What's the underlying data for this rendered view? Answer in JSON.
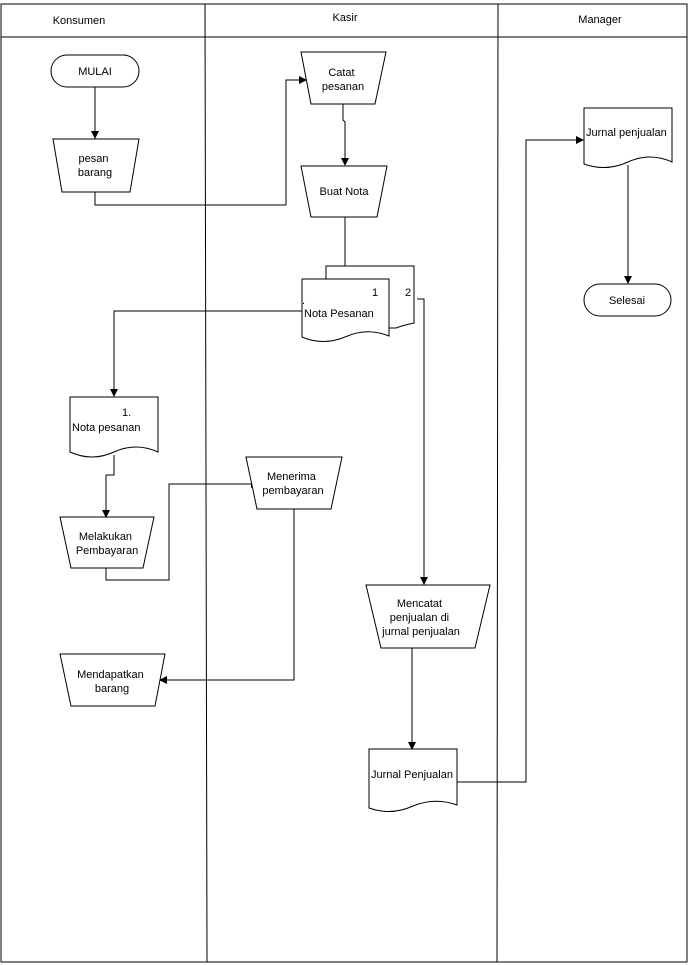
{
  "lanes": {
    "konsumen": "Konsumen",
    "kasir": "Kasir",
    "manager": "Manager"
  },
  "nodes": {
    "mulai": "MULAI",
    "pesan_barang": [
      "pesan",
      "barang"
    ],
    "catat_pesanan": [
      "Catat",
      "pesanan"
    ],
    "buat_nota": "Buat Nota",
    "nota_pesanan_kasir": {
      "copy_1": "1",
      "copy_2": "2",
      "dot": ".",
      "label": "Nota Pesanan"
    },
    "nota_pesanan_konsumen": {
      "copy": "1.",
      "label": "Nota pesanan"
    },
    "melakukan_pembayaran": [
      "Melakukan",
      "Pembayaran"
    ],
    "menerima_pembayaran": [
      "Menerima",
      "pembayaran"
    ],
    "mendapatkan_barang": [
      "Mendapatkan",
      "barang"
    ],
    "mencatat_penjualan": [
      "Mencatat",
      "penjualan di",
      "jurnal penjualan"
    ],
    "jurnal_penjualan_kasir": "Jurnal Penjualan",
    "jurnal_penjualan_manager": "Jurnal penjualan",
    "selesai": "Selesai"
  }
}
